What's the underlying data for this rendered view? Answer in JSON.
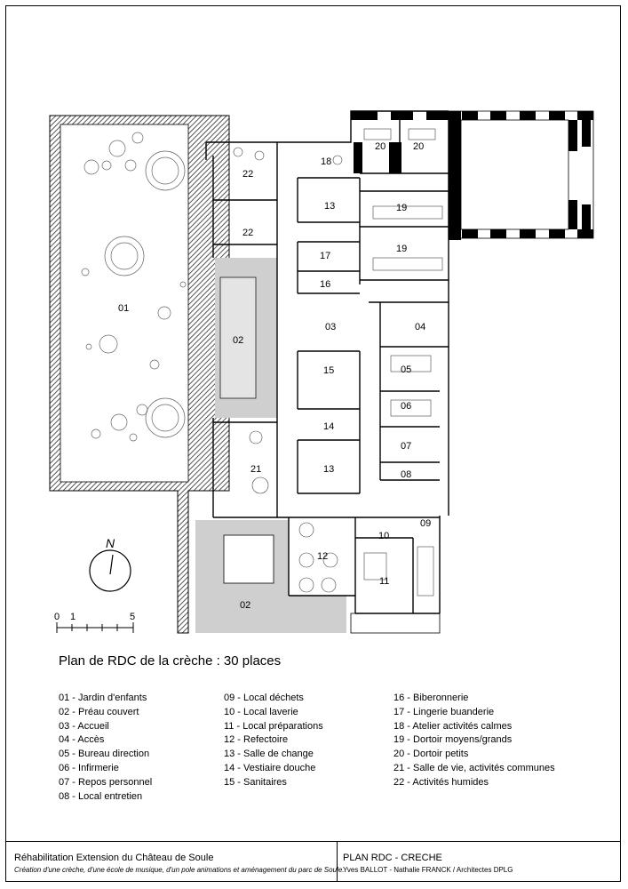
{
  "title": "Plan de RDC de la crèche : 30 places",
  "north_label": "N",
  "scale_labels": [
    "0",
    "1",
    "5"
  ],
  "room_labels": {
    "r01": "01",
    "r02a": "02",
    "r02b": "02",
    "r03": "03",
    "r04": "04",
    "r05": "05",
    "r06": "06",
    "r07": "07",
    "r08": "08",
    "r09": "09",
    "r10": "10",
    "r11": "11",
    "r12": "12",
    "r13a": "13",
    "r13b": "13",
    "r14": "14",
    "r15": "15",
    "r16": "16",
    "r17": "17",
    "r18": "18",
    "r19a": "19",
    "r19b": "19",
    "r20a": "20",
    "r20b": "20",
    "r21": "21",
    "r22a": "22",
    "r22b": "22"
  },
  "legend": {
    "col1": [
      "01 - Jardin d'enfants",
      "02 - Préau couvert",
      "03 - Accueil",
      "04 - Accès",
      "05 - Bureau direction",
      "06 - Infirmerie",
      "07 - Repos personnel",
      "08 - Local entretien"
    ],
    "col2": [
      "09 - Local déchets",
      "10 - Local laverie",
      "11 - Local préparations",
      "12 - Refectoire",
      "13 - Salle de change",
      "14 - Vestiaire douche",
      "15 - Sanitaires"
    ],
    "col3": [
      "16 - Biberonnerie",
      "17 - Lingerie buanderie",
      "18 - Atelier activités calmes",
      "19 - Dortoir moyens/grands",
      "20 - Dortoir petits",
      "21 - Salle de vie, activités communes",
      "22 - Activités humides"
    ]
  },
  "footer": {
    "left_title": "Réhabilitation Extension du Château de Soule",
    "left_subtitle": "Création d'une crèche, d'une école de musique, d'un pole animations et aménagement du parc de Soule.",
    "right_title": "PLAN RDC - CRECHE",
    "right_subtitle": "Yves BALLOT - Nathalie FRANCK / Architectes DPLG"
  },
  "colors": {
    "hatch": "#9a9a9a",
    "covered": "#c8c8c8",
    "wall": "#000000"
  }
}
